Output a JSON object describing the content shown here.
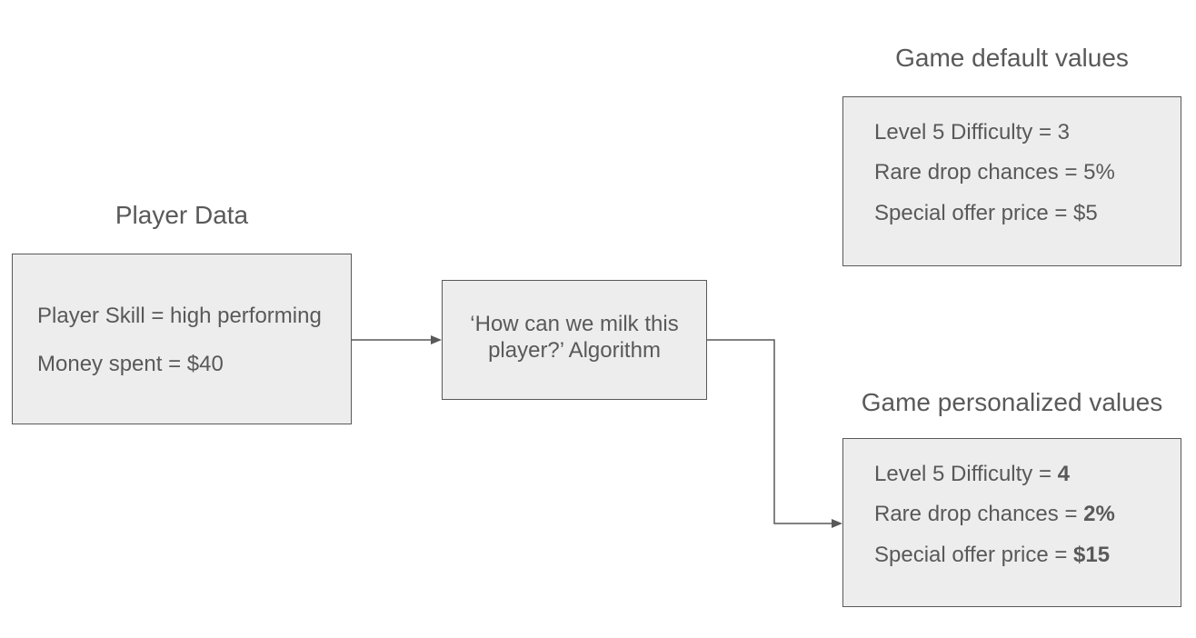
{
  "colors": {
    "background": "#ffffff",
    "box_fill": "#ededed",
    "box_border": "#595959",
    "text": "#595959",
    "connector": "#595959"
  },
  "player_box": {
    "title": "Player Data",
    "lines": [
      "Player Skill = high performing",
      "Money spent = $40"
    ]
  },
  "algorithm_box": {
    "label": "‘How can we milk this player?’ Algorithm"
  },
  "default_box": {
    "title": "Game default values",
    "lines": [
      {
        "prefix": "Level 5 Difficulty = ",
        "value": "3"
      },
      {
        "prefix": "Rare drop chances = ",
        "value": "5%"
      },
      {
        "prefix": "Special offer price = ",
        "value": "$5"
      }
    ]
  },
  "personalized_box": {
    "title": "Game personalized values",
    "lines": [
      {
        "prefix": "Level 5 Difficulty = ",
        "value": "4"
      },
      {
        "prefix": "Rare drop chances = ",
        "value": "2%"
      },
      {
        "prefix": "Special offer price = ",
        "value": "$15"
      }
    ]
  }
}
